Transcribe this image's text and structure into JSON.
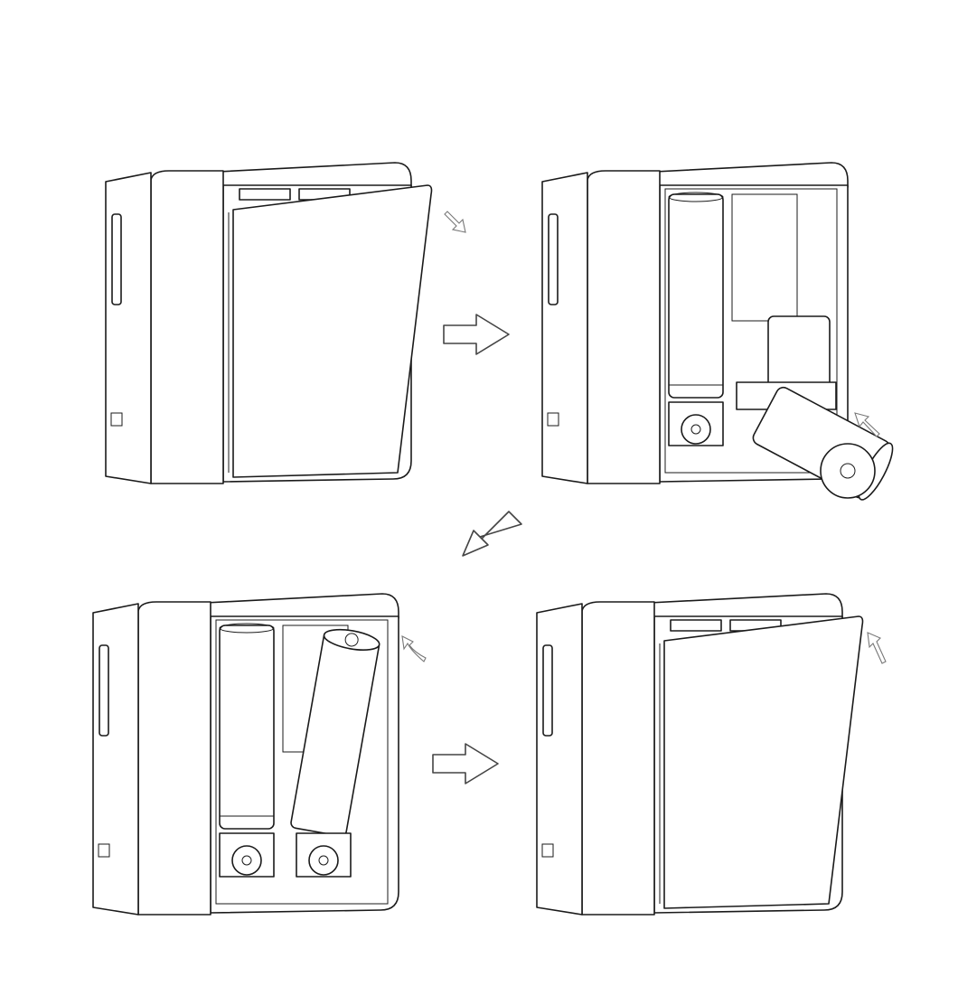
{
  "diagram": {
    "colors": {
      "line": "#1a1a1a",
      "arrow": "#444444",
      "background": "#ffffff"
    },
    "panels": [
      {
        "name": "step-1",
        "state": "cover-opening",
        "hint_arrow": "arrow-down-right-icon"
      },
      {
        "name": "step-2",
        "state": "filter-removed",
        "hint_arrow": "arrow-up-left-icon"
      },
      {
        "name": "step-3",
        "state": "filter-inserted",
        "hint_arrow": "arrow-curved-up-left-icon"
      },
      {
        "name": "step-4",
        "state": "cover-closing",
        "hint_arrow": "arrow-up-left-icon"
      }
    ],
    "flow_arrows": [
      "arrow-right-icon",
      "arrow-down-left-icon",
      "arrow-right-icon"
    ]
  }
}
